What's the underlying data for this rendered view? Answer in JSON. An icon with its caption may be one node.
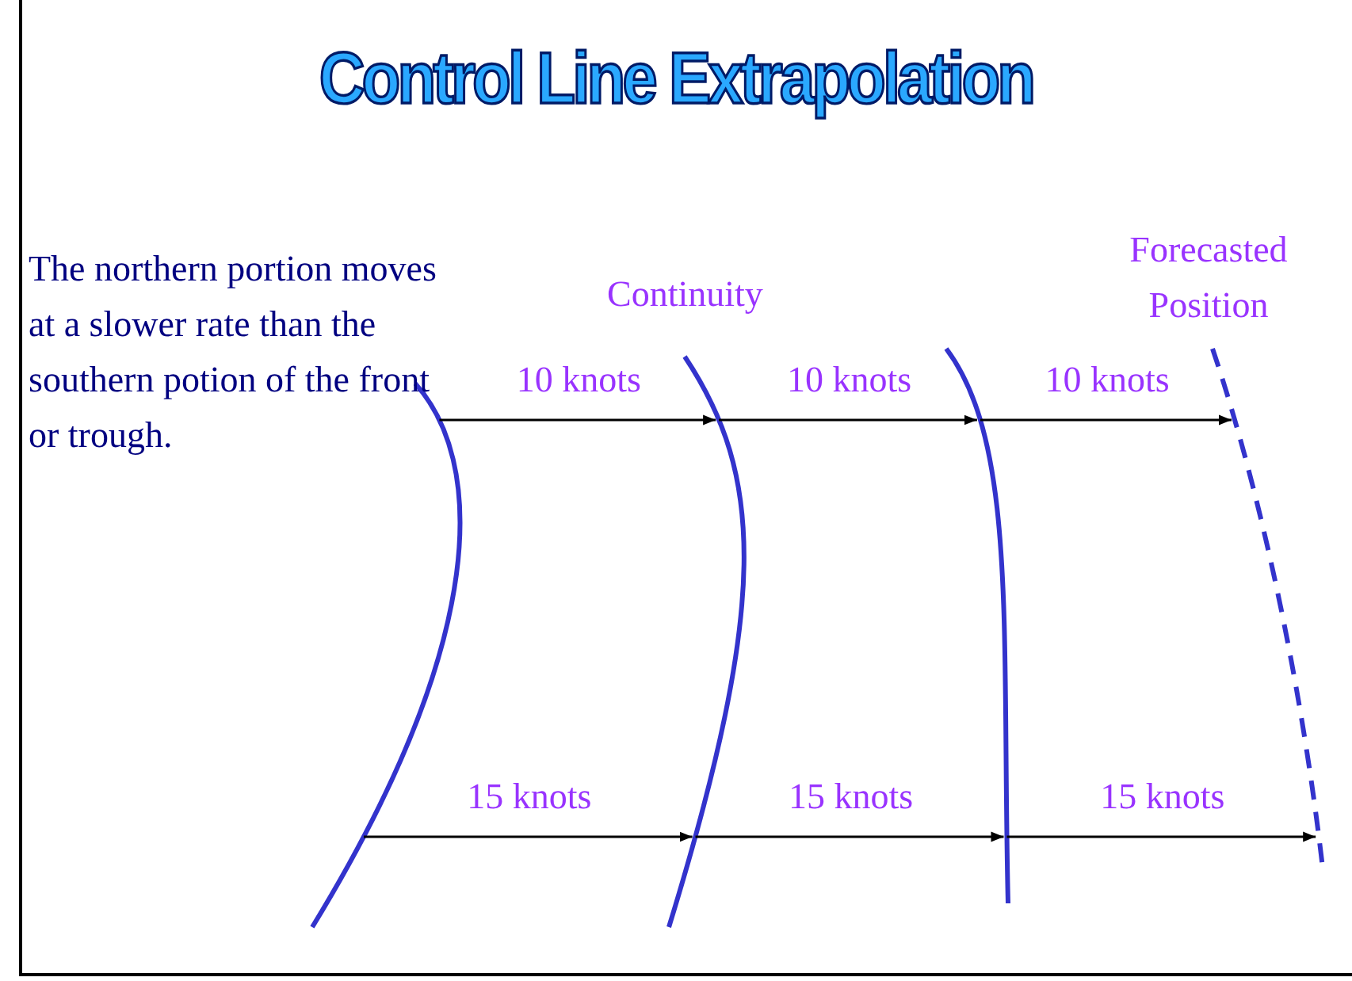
{
  "diagram": {
    "title": "Control Line Extrapolation",
    "nodes": [
      {
        "text": [],
        "shape": "line"
      },
      {
        "text": [],
        "shape": "line"
      },
      {
        "text": [],
        "shape": "line"
      },
      {
        "text": [],
        "shape": "line",
        "beside": [
          "Forecasted Position"
        ]
      }
    ],
    "edges": [
      {
        "from": 0,
        "to": 1,
        "arrow": "to",
        "label": "10 knots"
      },
      {
        "from": 1,
        "to": 2,
        "arrow": "to",
        "label": "10 knots"
      },
      {
        "from": 2,
        "to": 3,
        "arrow": "to",
        "label": "10 knots"
      },
      {
        "from": 0,
        "to": 1,
        "arrow": "to",
        "label": "15 knots"
      },
      {
        "from": 1,
        "to": 2,
        "arrow": "to",
        "label": "15 knots"
      },
      {
        "from": 2,
        "to": 3,
        "arrow": "to",
        "label": "15 knots"
      }
    ],
    "labels": [
      "The northern portion moves at a slower rate than the southern potion of the front or trough.",
      "Continuity"
    ]
  }
}
